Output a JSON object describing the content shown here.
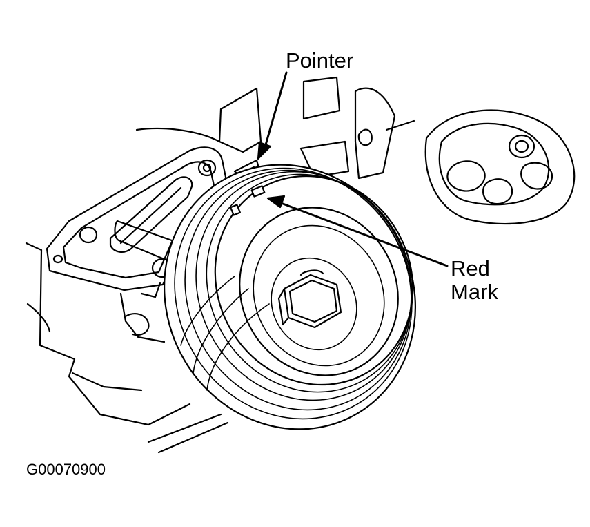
{
  "labels": {
    "pointer": "Pointer",
    "red_mark_line1": "Red",
    "red_mark_line2": "Mark"
  },
  "figure_code": "G00070900"
}
